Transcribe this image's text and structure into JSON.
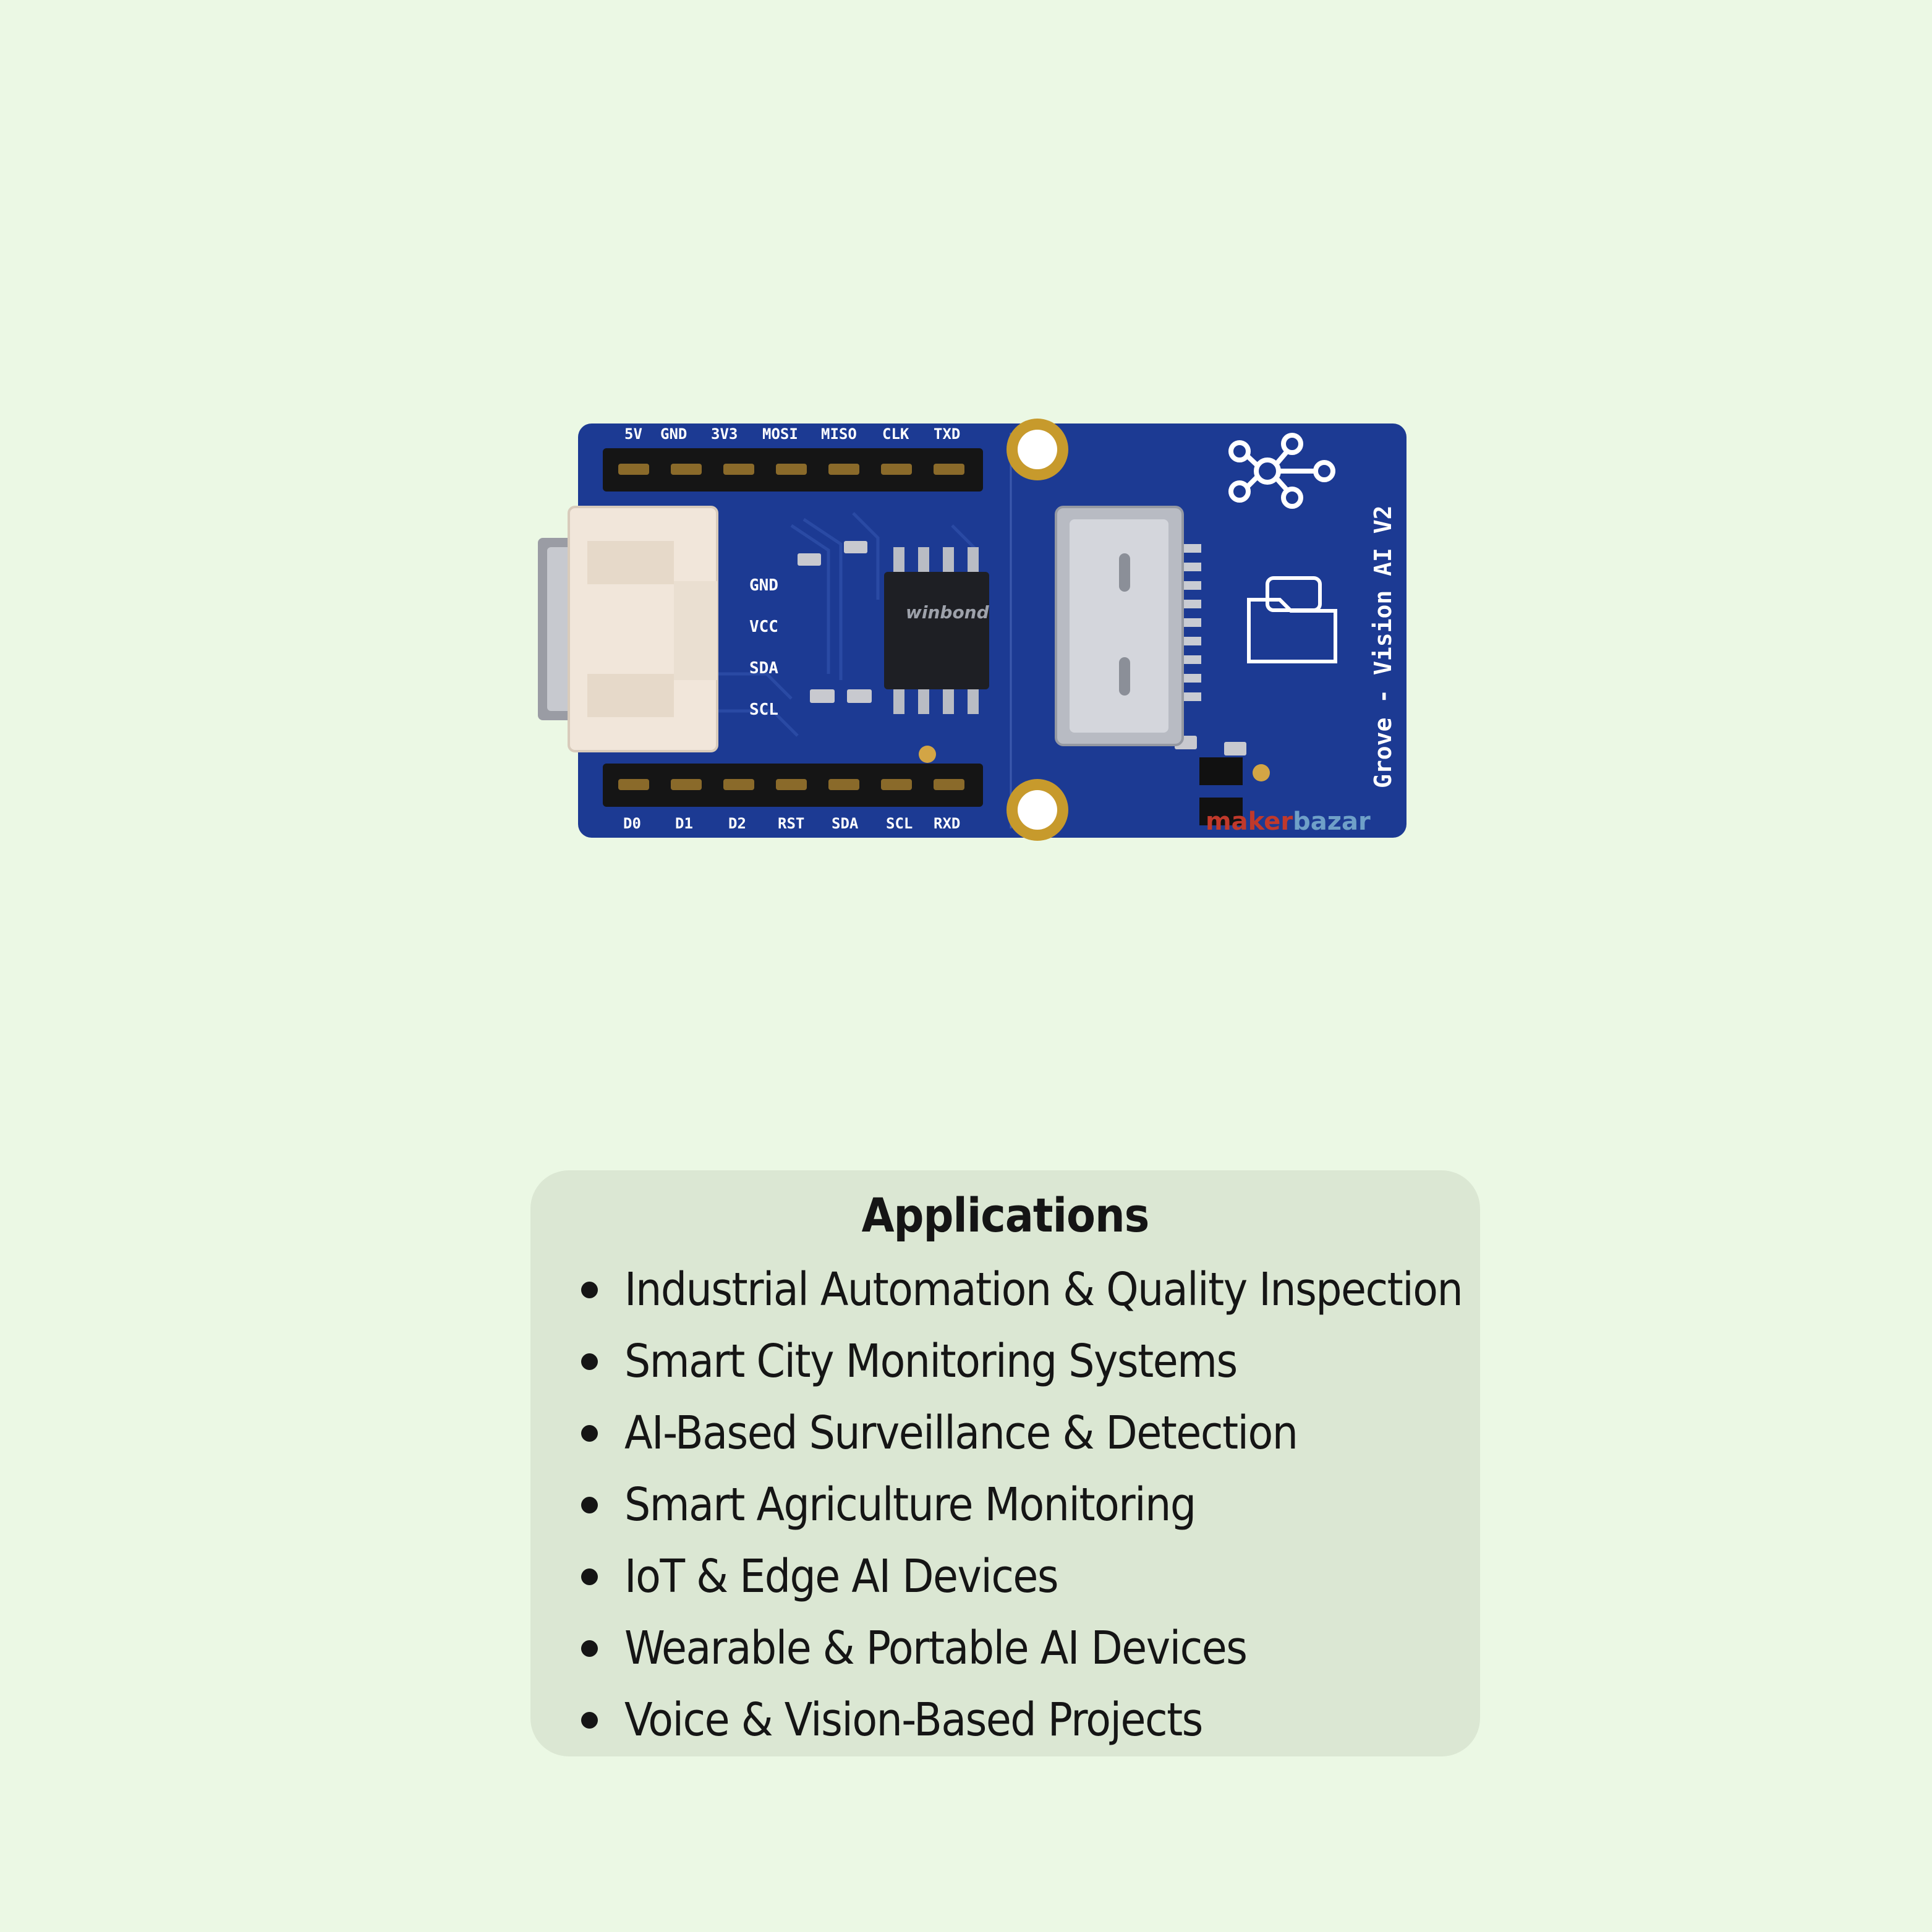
{
  "product_image": {
    "board_title": "Grove - Vision AI V2",
    "top_pins": [
      "5V",
      "GND",
      "3V3",
      "MOSI",
      "MISO",
      "CLK",
      "TXD"
    ],
    "bottom_pins": [
      "D0",
      "D1",
      "D2",
      "RST",
      "SDA",
      "SCL",
      "RXD"
    ],
    "grove_pins": [
      "GND",
      "VCC",
      "SDA",
      "SCL"
    ],
    "chip_brand": "winbond",
    "watermark": {
      "part1": "maker",
      "part2": "bazar"
    },
    "colors": {
      "pcb": "#1c3a93",
      "connector": "#f1e6da",
      "gold": "#c79a2c",
      "background": "#ebf8e4"
    }
  },
  "applications": {
    "title": "Applications",
    "items": [
      "Industrial Automation & Quality Inspection",
      "Smart City Monitoring Systems",
      "AI-Based Surveillance & Detection",
      "Smart Agriculture Monitoring",
      "IoT & Edge AI Devices",
      "Wearable & Portable AI Devices",
      "Voice & Vision-Based Projects"
    ]
  }
}
